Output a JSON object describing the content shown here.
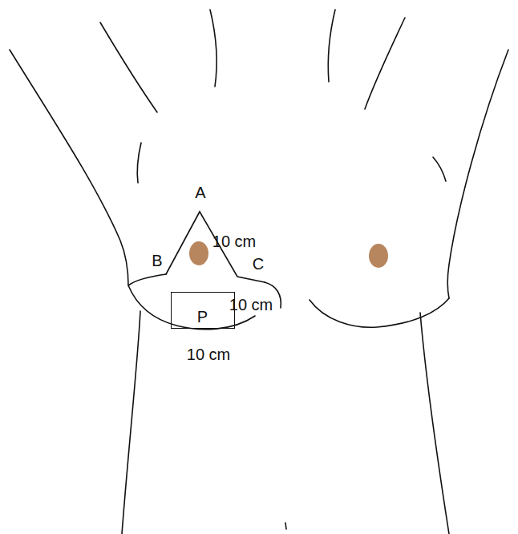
{
  "diagram": {
    "nodes": [
      {
        "text": [
          "P"
        ]
      }
    ],
    "labels": [
      "A",
      "10 cm",
      "B",
      "C",
      "10 cm",
      "10 cm"
    ]
  }
}
